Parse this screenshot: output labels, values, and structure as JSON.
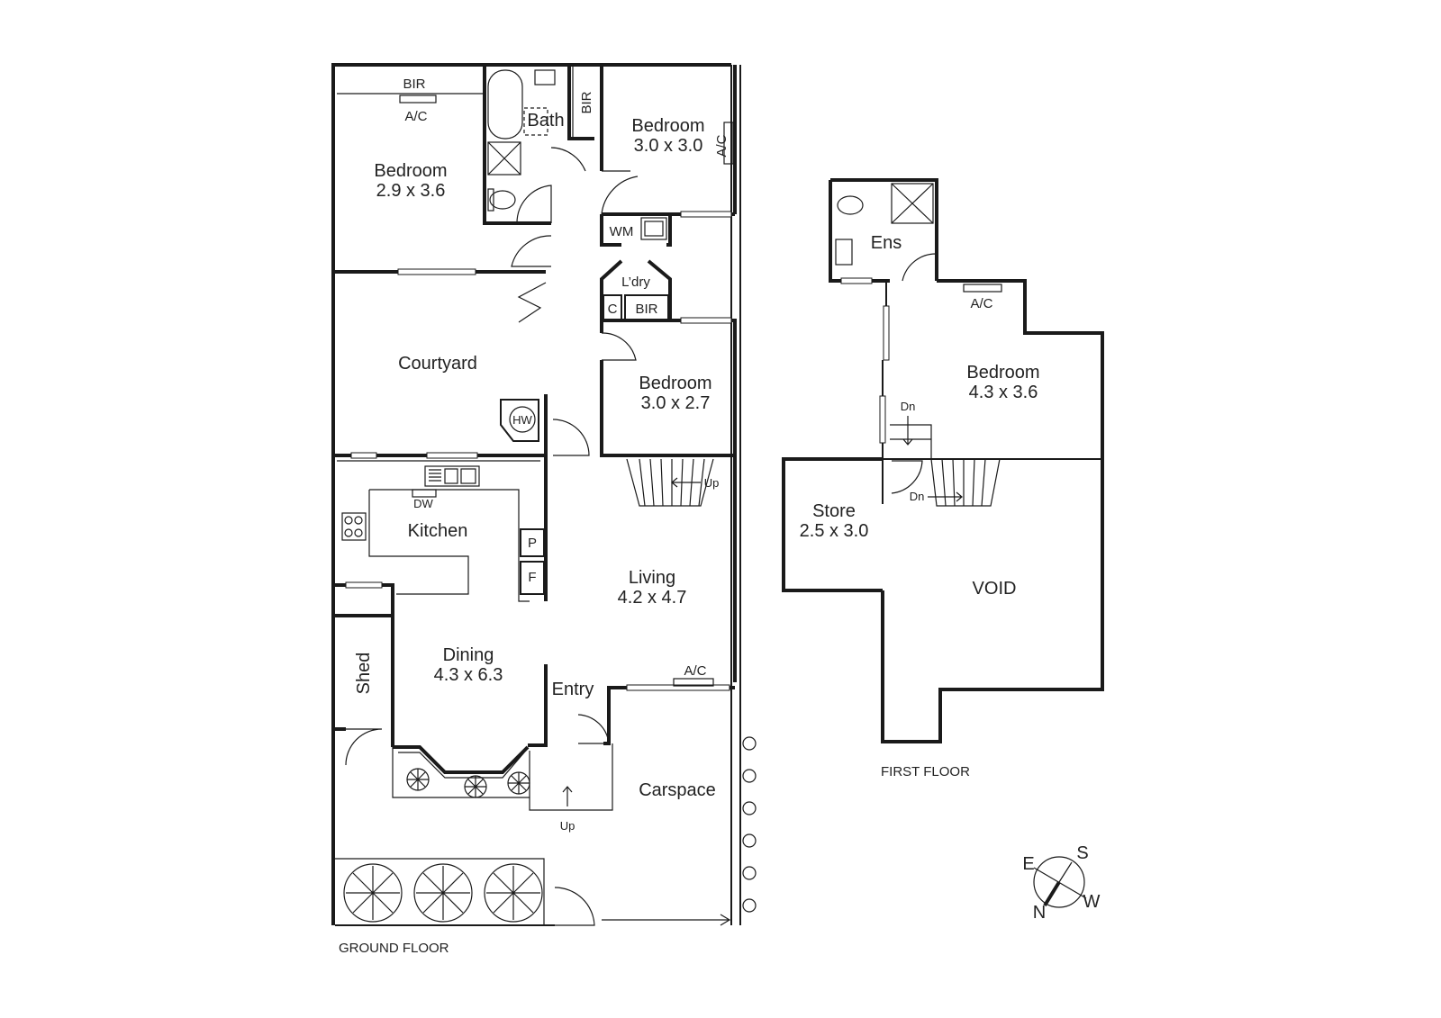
{
  "ground_floor": {
    "caption": "GROUND FLOOR",
    "rooms": {
      "bedroom1": {
        "name": "Bedroom",
        "size": "2.9 x 3.6"
      },
      "bedroom2": {
        "name": "Bedroom",
        "size": "3.0 x 3.0"
      },
      "bedroom3": {
        "name": "Bedroom",
        "size": "3.0 x 2.7"
      },
      "bath": {
        "name": "Bath"
      },
      "laundry": {
        "name": "L’dry"
      },
      "courtyard": {
        "name": "Courtyard"
      },
      "kitchen": {
        "name": "Kitchen"
      },
      "living": {
        "name": "Living",
        "size": "4.2 x 4.7"
      },
      "dining": {
        "name": "Dining",
        "size": "4.3 x 6.3"
      },
      "entry": {
        "name": "Entry"
      },
      "shed": {
        "name": "Shed"
      },
      "carspace": {
        "name": "Carspace"
      }
    },
    "fixtures": {
      "bir_bed1": "BIR",
      "ac_bed1": "A/C",
      "bir_bed2": "BIR",
      "ac_bed2": "A/C",
      "wm": "WM",
      "c": "C",
      "bir_bed3": "BIR",
      "hw": "HW",
      "dw": "DW",
      "pantry": "P",
      "fridge": "F",
      "ac_living": "A/C",
      "stairs_up": "Up",
      "entry_up": "Up"
    }
  },
  "first_floor": {
    "caption": "FIRST FLOOR",
    "rooms": {
      "ensuite": {
        "name": "Ens"
      },
      "bedroom": {
        "name": "Bedroom",
        "size": "4.3 x 3.6"
      },
      "store": {
        "name": "Store",
        "size": "2.5 x 3.0"
      },
      "void": {
        "name": "VOID"
      }
    },
    "fixtures": {
      "ac": "A/C",
      "dn_top": "Dn",
      "dn_stairs": "Dn"
    }
  },
  "compass": {
    "n": "N",
    "s": "S",
    "e": "E",
    "w": "W"
  }
}
